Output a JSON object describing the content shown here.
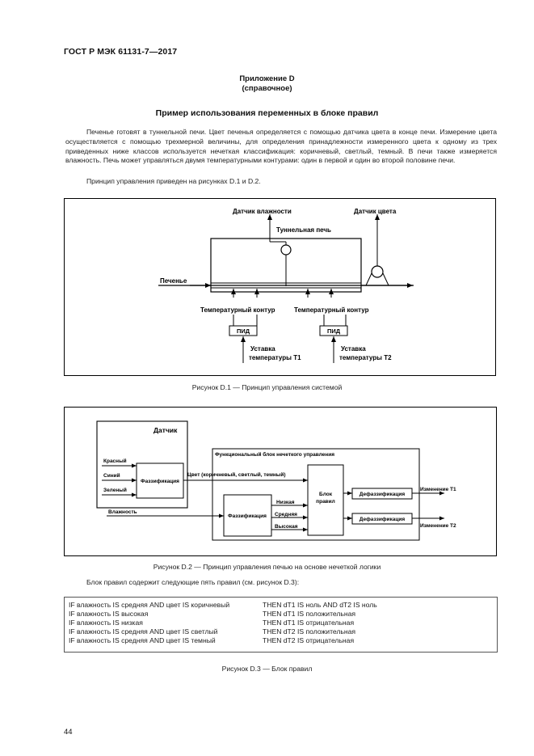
{
  "header": {
    "code": "ГОСТ Р МЭК 61131-7—2017"
  },
  "annex": {
    "label": "Приложение D",
    "type": "(справочное)"
  },
  "section_title": "Пример использования переменных в блоке правил",
  "paragraphs": [
    "Печенье готовят в туннельной печи. Цвет печенья определяется с помощью датчика цвета в конце печи. Измерение цвета осуществляется с помощью трехмерной величины, для определения принадлежности измеренного цвета к одному из трех приведенных ниже классов используется нечеткая классификация: коричневый, светлый, темный. В печи также измеряется влажность. Печь может управляться двумя температурными контурами: один в первой и один во второй половине печи.",
    "Принцип управления приведен на рисунках D.1 и D.2."
  ],
  "figure1": {
    "humidity_sensor": "Датчик влажности",
    "color_sensor": "Датчик цвета",
    "oven": "Туннельная печь",
    "biscuits": "Печенье",
    "loop1": "Температурный контур",
    "loop2": "Температурный контур",
    "pid1": "ПИД",
    "pid2": "ПИД",
    "setpoint1_line1": "Уставка",
    "setpoint1_line2": "температуры T1",
    "setpoint2_line1": "Уставка",
    "setpoint2_line2": "температуры T2",
    "caption": "Рисунок D.1 — Принцип управления системой"
  },
  "figure2": {
    "sensor": "Датчик",
    "red": "Красный",
    "blue": "Синий",
    "green": "Зеленый",
    "fuzzify1": "Фаззификация",
    "fuzzy_block": "Функциональный блок нечеткого управления",
    "color_line": "Цвет (коричневый, светлый, темный)",
    "rule_block_line1": "Блок",
    "rule_block_line2": "правил",
    "defuzz1": "Дефаззификация",
    "defuzz2": "Дефаззификация",
    "change_t1": "Изменение T1",
    "change_t2": "Изменение T2",
    "humidity": "Влажность",
    "fuzzify2": "Фаззификация",
    "low": "Низкая",
    "medium": "Средняя",
    "high": "Высокая",
    "caption": "Рисунок D.2 — Принцип управления печью на основе нечеткой логики"
  },
  "rules_intro": "Блок правил содержит следующие пять правил (см. рисунок D.3):",
  "rules": [
    {
      "if": "IF влажность IS средняя AND цвет IS коричневый",
      "then": "THEN dT1 IS ноль AND dT2 IS ноль"
    },
    {
      "if": "IF влажность IS высокая",
      "then": "THEN dT1 IS положительная"
    },
    {
      "if": "IF влажность IS низкая",
      "then": "THEN dT1 IS отрицательная"
    },
    {
      "if": "IF влажность IS средняя AND цвет IS светлый",
      "then": "THEN dT2 IS положительная"
    },
    {
      "if": "IF влажность IS средняя AND цвет IS темный",
      "then": "THEN dT2 IS отрицательная"
    }
  ],
  "figure3_caption": "Рисунок D.3 — Блок правил",
  "page_number": "44"
}
